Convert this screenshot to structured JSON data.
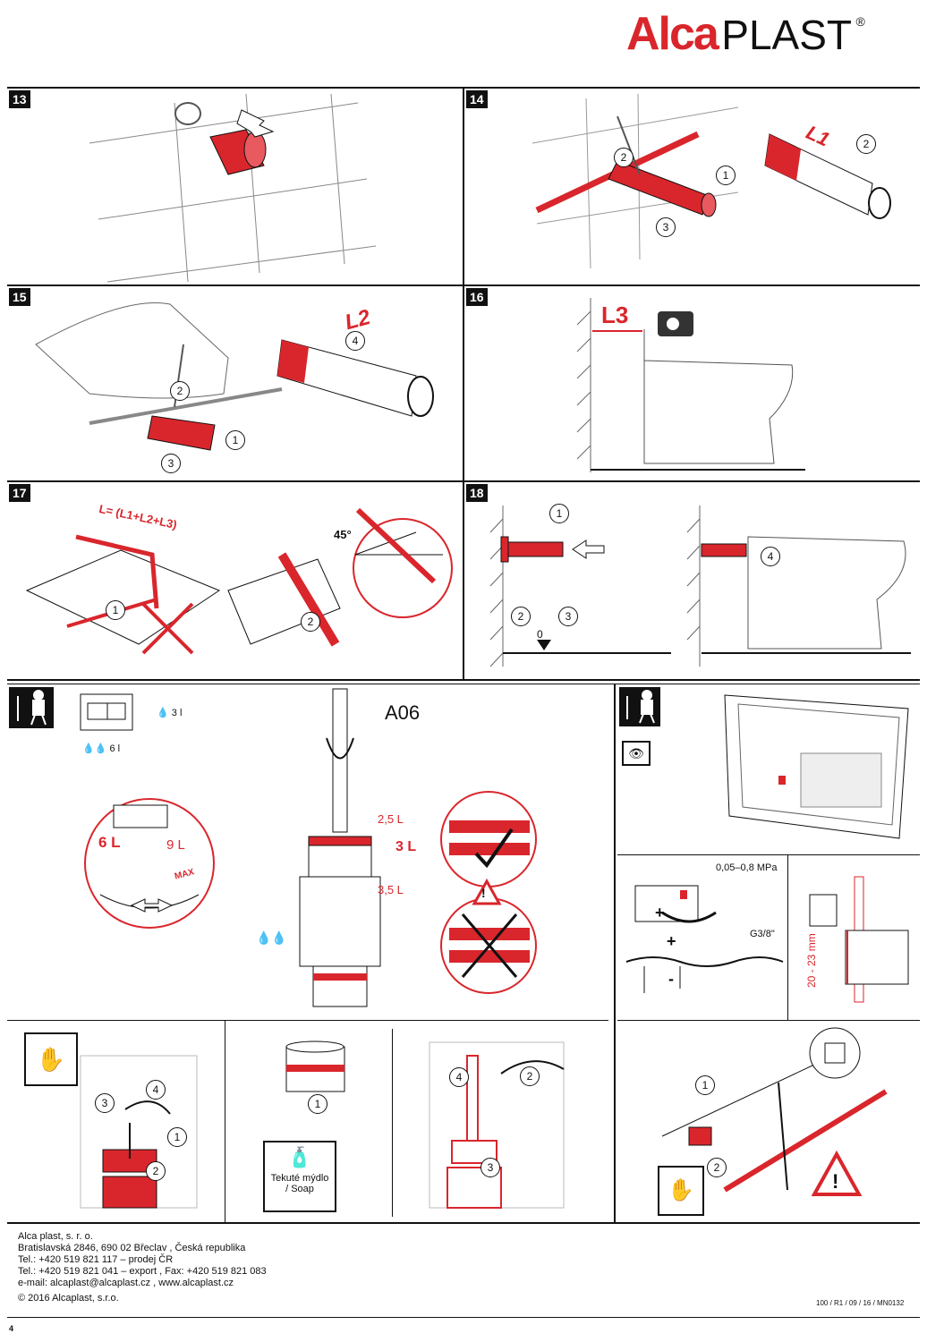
{
  "brand": {
    "part1": "Alca",
    "part2": "PLAST",
    "reg": "®",
    "accent": "#d9262c"
  },
  "panels": {
    "p13": "13",
    "p14": "14",
    "p15": "15",
    "p16": "16",
    "p17": "17",
    "p18": "18"
  },
  "labels": {
    "L1": "L1",
    "L2": "L2",
    "L3": "L3",
    "formula": "L= (L1+L2+L3)",
    "angle": "45°",
    "zero": "0",
    "a06": "A06",
    "l25": "2,5 L",
    "l3": "3 L",
    "l35": "3,5 L",
    "l6": "6 L",
    "l9": "9 L",
    "max": "MAX",
    "drop3": "3 l",
    "drop6": "6 l",
    "pressure": "0,05–0,8 MPa",
    "thread": "G3/8\"",
    "range": "20 - 23 mm",
    "plus": "+",
    "minus": "-",
    "soap1": "Tekuté mýdlo",
    "soap2": "/  Soap"
  },
  "footer": {
    "company": "Alca plast, s. r. o.",
    "address": "Bratislavská 2846, 690 02 Břeclav , Česká republika",
    "tel1": "Tel.: +420 519 821 117 – prodej ČR",
    "tel2": "Tel.: +420 519 821 041 – export , Fax: +420 519 821 083",
    "email": "e-mail: alcaplast@alcaplast.cz , www.alcaplast.cz",
    "copyright": "© 2016 Alcaplast, s.r.o.",
    "docref": "100 / R1 / 09 / 16 / MN0132",
    "page": "4"
  }
}
